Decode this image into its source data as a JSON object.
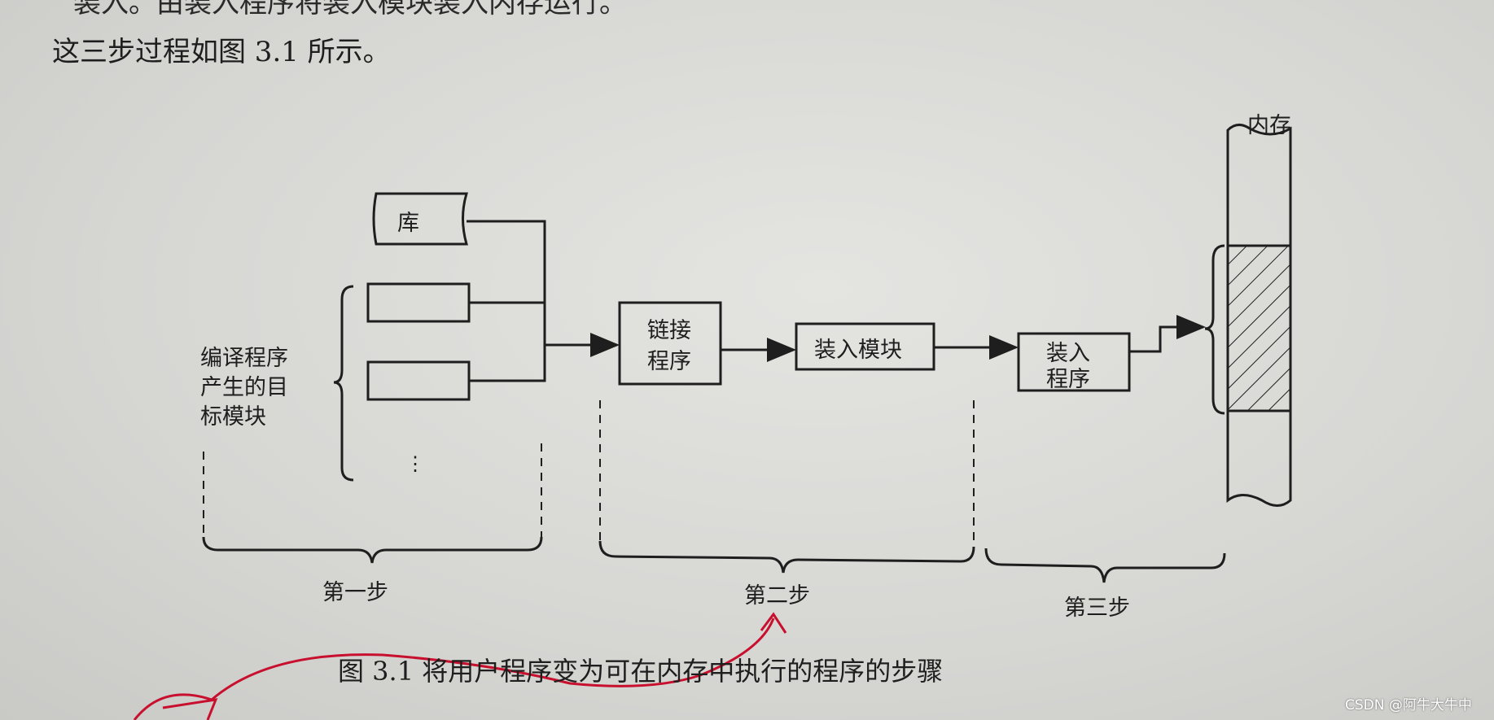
{
  "text": {
    "line1": "装入。由装入程序将装入模块装入内存运行。",
    "line2": "这三步过程如图 3.1 所示。"
  },
  "diagram": {
    "library": "库",
    "compiled_modules_label": [
      "编译程序",
      "产生的目",
      "标模块"
    ],
    "ellipsis": "⋮",
    "linker": [
      "链接",
      "程序"
    ],
    "load_module": "装入模块",
    "loader": [
      "装入",
      "程序"
    ],
    "memory": "内存",
    "steps": [
      "第一步",
      "第二步",
      "第三步"
    ],
    "caption": "图 3.1    将用户程序变为可在内存中执行的程序的步骤"
  },
  "annotation_color": "#c8102e",
  "watermark": "CSDN @阿牛大牛中"
}
